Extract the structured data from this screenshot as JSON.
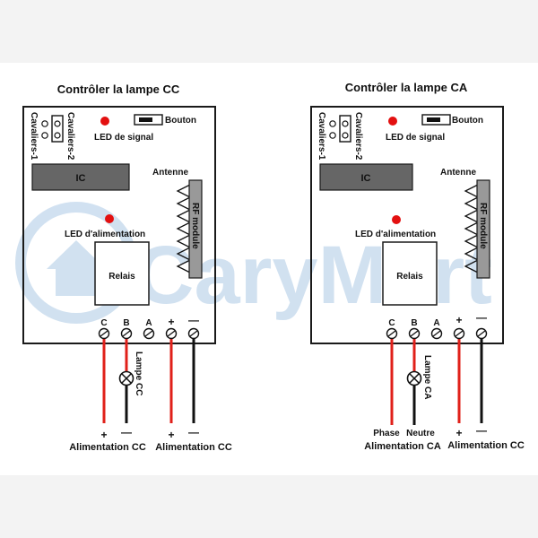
{
  "watermark": {
    "text": "CaryMart",
    "color": "#c9dcee"
  },
  "colors": {
    "red_wire": "#e0201a",
    "black_wire": "#111111",
    "led": "#e31010",
    "board_border": "#1a1a1a",
    "block_fill": "#666666"
  },
  "panels": [
    {
      "title": "Contrôler la lampe CC",
      "jumper1": "Cavaliers-1",
      "jumper2": "Cavaliers-2",
      "button": "Bouton",
      "signal_led": "LED de signal",
      "ic": "IC",
      "antenna": "Antenne",
      "rf_module": "RF module",
      "power_led": "LED d'alimentation",
      "relay": "Relais",
      "terminals": [
        "C",
        "B",
        "A",
        "+",
        "—"
      ],
      "lamp": "Lampe CC",
      "left_plus": "+",
      "left_minus": "—",
      "right_plus": "+",
      "right_minus": "—",
      "supply_left": "Alimentation CC",
      "supply_right": "Alimentation CC"
    },
    {
      "title": "Contrôler la lampe CA",
      "jumper1": "Cavaliers-1",
      "jumper2": "Cavaliers-2",
      "button": "Bouton",
      "signal_led": "LED de signal",
      "ic": "IC",
      "antenna": "Antenne",
      "rf_module": "RF module",
      "power_led": "LED d'alimentation",
      "relay": "Relais",
      "terminals": [
        "C",
        "B",
        "A",
        "+",
        "—"
      ],
      "lamp": "Lampe CA",
      "phase": "Phase",
      "neutral": "Neutre",
      "right_plus": "+",
      "right_minus": "—",
      "supply_left": "Alimentation CA",
      "supply_right": "Alimentation CC"
    }
  ]
}
